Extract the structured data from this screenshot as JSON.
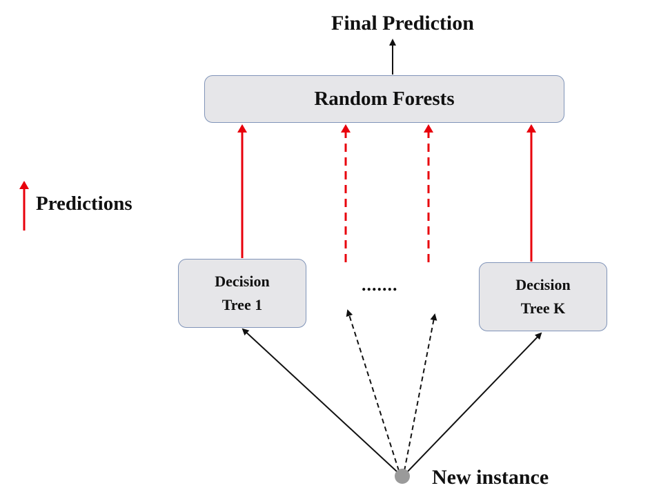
{
  "title": "Final Prediction",
  "ensemble_label": "Random Forests",
  "legend": {
    "label": "Predictions",
    "arrow_color": "#e8000b"
  },
  "trees": [
    {
      "line1": "Decision",
      "line2": "Tree 1"
    },
    {
      "line1": "Decision",
      "line2": "Tree K"
    }
  ],
  "ellipsis": ".......",
  "input_label": "New instance",
  "colors": {
    "prediction_arrow": "#e8000b",
    "input_arrow": "#111111",
    "box_fill": "#e6e6e9",
    "box_border": "#7f93b8",
    "instance_node": "#9a9a9a"
  }
}
